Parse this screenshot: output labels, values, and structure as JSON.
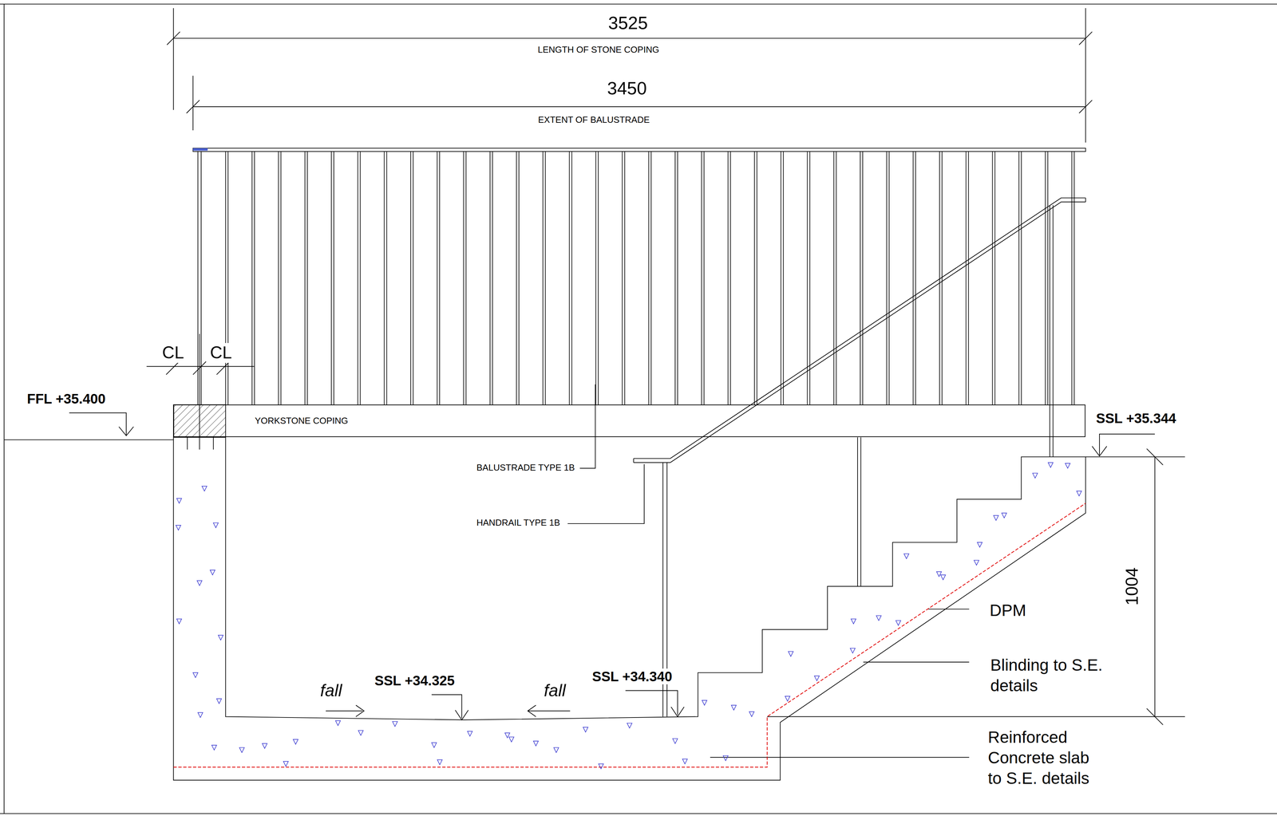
{
  "diagram": {
    "nodes": [
      {
        "text": [
          "YORKSTONE COPING"
        ]
      }
    ],
    "labels": [
      "3525",
      "LENGTH OF STONE COPING",
      "3450",
      "EXTENT OF BALUSTRADE",
      "CL",
      "CL",
      "FFL +35.400",
      "SSL +35.344",
      "BALUSTRADE TYPE 1B",
      "HANDRAIL TYPE 1B",
      "1004",
      "DPM",
      "Blinding to S.E. details",
      "fall",
      "SSL +34.325",
      "fall",
      "SSL +34.340",
      "Reinforced Concrete slab to S.E. details"
    ]
  }
}
